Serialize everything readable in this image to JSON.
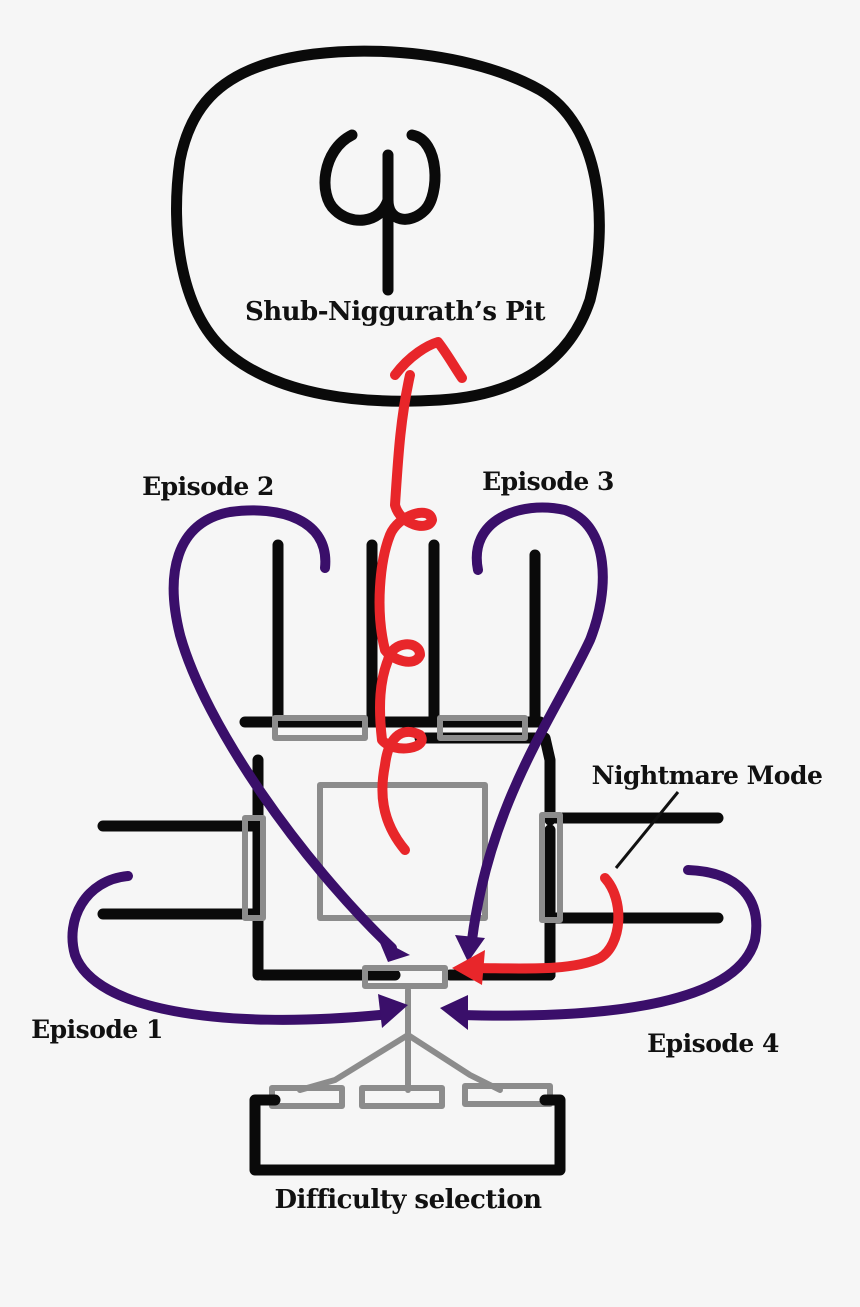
{
  "labels": {
    "pit": "Shub-Niggurath’s Pit",
    "episode2": "Episode 2",
    "episode3": "Episode 3",
    "nightmare": "Nightmare Mode",
    "episode1": "Episode 1",
    "episode4": "Episode 4",
    "difficulty": "Difficulty selection"
  },
  "colors": {
    "background": "#f6f6f6",
    "walls": "#0a0a0a",
    "steps": "#8c8c8c",
    "episode_paths": "#3a0f6a",
    "nightmare_path": "#e8262a"
  },
  "icons": {
    "pit_symbol": "psi-symbol"
  }
}
